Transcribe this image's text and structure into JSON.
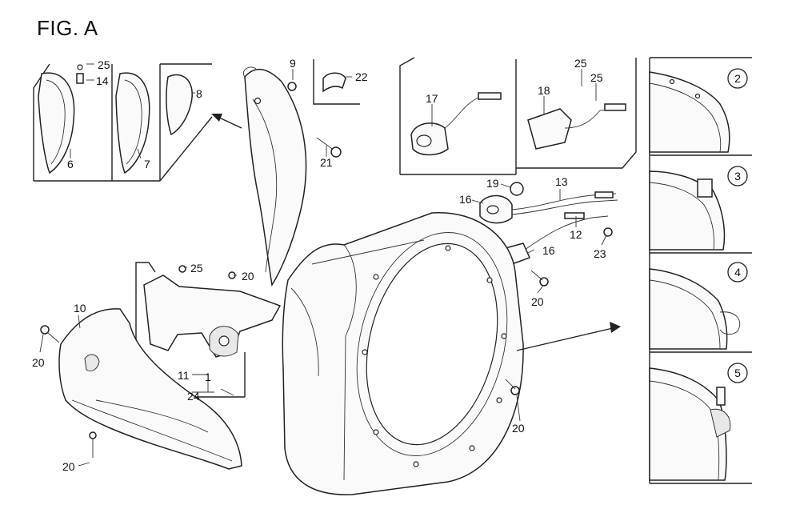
{
  "figure_label": "FIG. A",
  "callouts": {
    "c25a": "25",
    "c14": "14",
    "c6": "6",
    "c7": "7",
    "c8": "8",
    "c9": "9",
    "c22": "22",
    "c21": "21",
    "c17": "17",
    "c18": "18",
    "c25b": "25",
    "c25c": "25",
    "c19": "19",
    "c13": "13",
    "c16a": "16",
    "c12": "12",
    "c16b": "16",
    "c23": "23",
    "c20a": "20",
    "c25d": "25",
    "c20b": "20",
    "c10": "10",
    "c20c": "20",
    "c11": "11",
    "c1": "1",
    "c24": "24",
    "c20d": "20",
    "c20e": "20"
  },
  "variants": [
    {
      "number": "2"
    },
    {
      "number": "3"
    },
    {
      "number": "4"
    },
    {
      "number": "5"
    }
  ]
}
